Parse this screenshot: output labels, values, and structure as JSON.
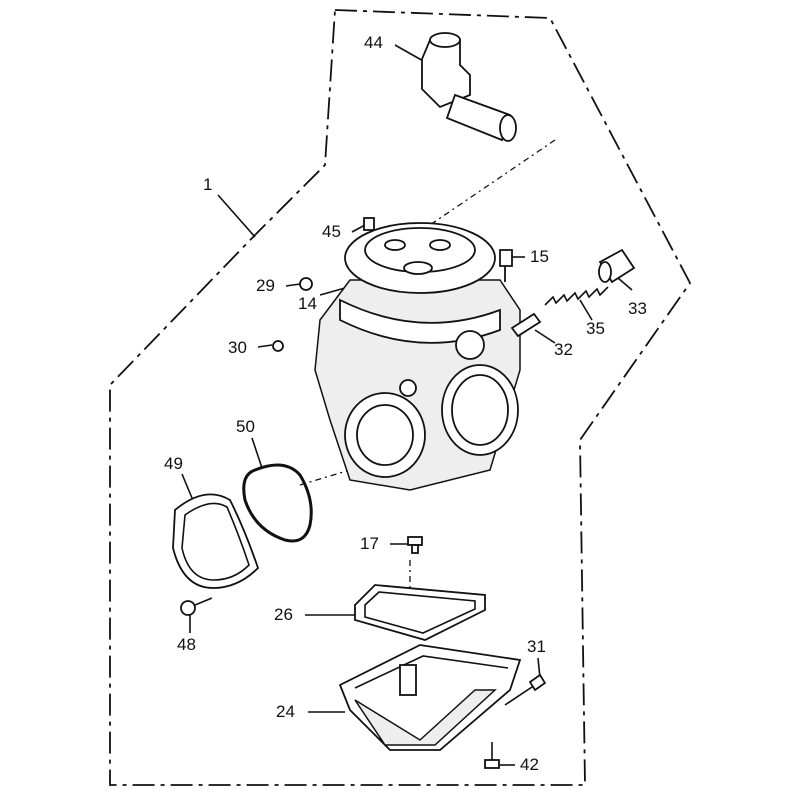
{
  "diagram": {
    "title": "Carburetor exploded parts diagram",
    "parts": {
      "p1": "1",
      "p14": "14",
      "p15": "15",
      "p17": "17",
      "p24": "24",
      "p26": "26",
      "p29": "29",
      "p30": "30",
      "p31": "31",
      "p32": "32",
      "p33": "33",
      "p35": "35",
      "p42": "42",
      "p44": "44",
      "p45": "45",
      "p48": "48",
      "p49": "49",
      "p50": "50"
    }
  }
}
